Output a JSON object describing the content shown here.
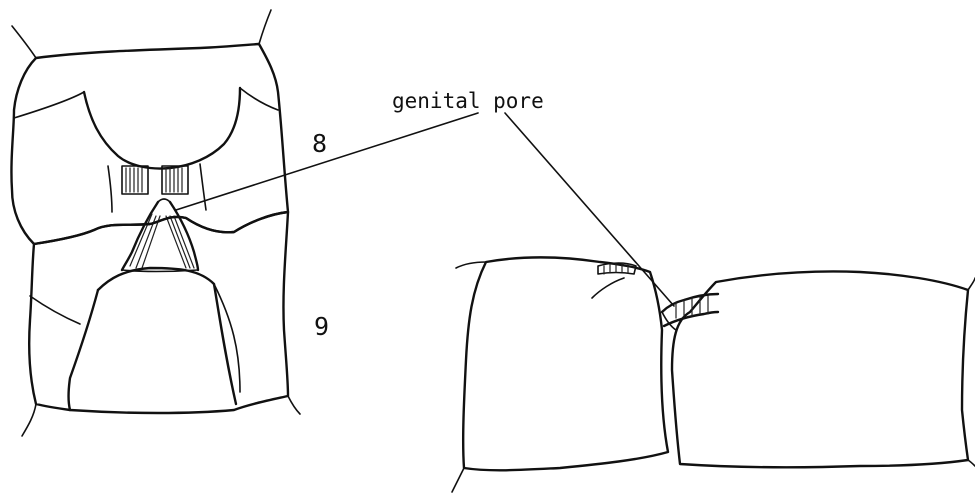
{
  "diagram": {
    "labels": {
      "genital_pore": "genital pore",
      "segment_8": "8",
      "segment_9": "9"
    }
  }
}
